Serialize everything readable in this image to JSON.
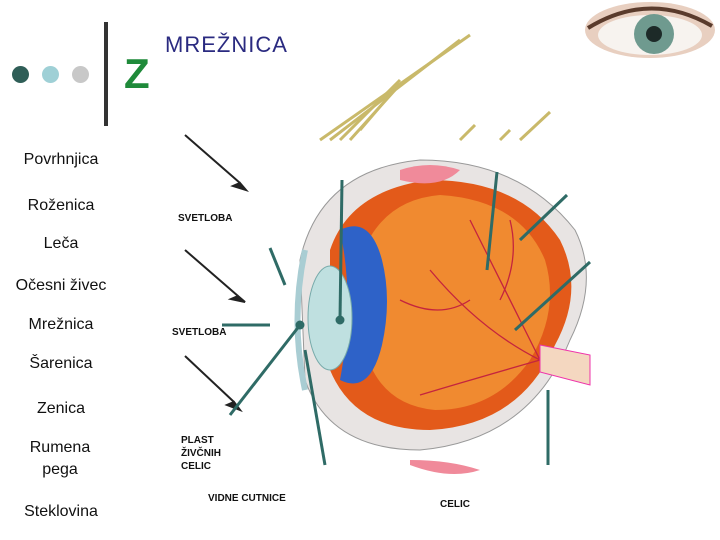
{
  "title_fragment": "Z",
  "image_title": "MREŽNICA",
  "terms": [
    "Povrhnjica",
    "Roženica",
    "Leča",
    "Očesni živec",
    "Mrežnica",
    "Šarenica",
    "Zenica",
    "Rumena pega",
    "Steklovina"
  ],
  "image_labels": {
    "light_1": "SVETLOBA",
    "light_2": "SVETLOBA",
    "nerve_layer": "PLAST\nŽIVČNIH\nCELIC",
    "photoreceptors": "VIDNE CUTNICE",
    "cells": "CELIC"
  },
  "colors": {
    "dot_dark": "#2f5e57",
    "dot_light": "#9fd0d6",
    "dot_grey": "#c8c8c8",
    "arrow": "#2f6b66",
    "title_green": "#1f8a3a"
  }
}
